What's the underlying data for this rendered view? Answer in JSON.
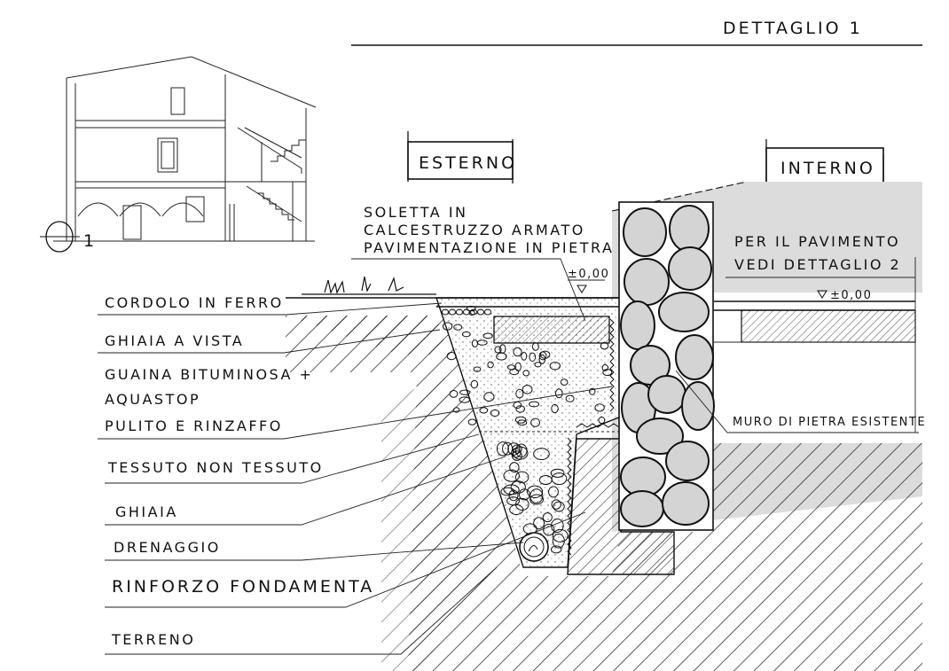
{
  "sheet": {
    "title": "DETTAGLIO 1",
    "section_marker": "1"
  },
  "zones": {
    "exterior": "ESTERNO",
    "interior": "INTERNO"
  },
  "top_notes": {
    "slab_line1": "SOLETTA IN",
    "slab_line2": "CALCESTRUZZO ARMATO",
    "slab_line3": "PAVIMENTAZIONE IN PIETRA",
    "level_ext": "±0,00",
    "floor_line1": "PER IL PAVIMENTO",
    "floor_line2": "VEDI DETTAGLIO 2",
    "level_int": "±0,00"
  },
  "wall_label": "MURO DI PIETRA ESISTENTE",
  "callouts": [
    {
      "id": "cordolo",
      "text": "CORDOLO IN FERRO"
    },
    {
      "id": "ghiaia-vista",
      "text": "GHIAIA A VISTA"
    },
    {
      "id": "guaina-1",
      "text": "GUAINA BITUMINOSA +"
    },
    {
      "id": "guaina-2",
      "text": "AQUASTOP"
    },
    {
      "id": "guaina-3",
      "text": "PULITO E RINZAFFO"
    },
    {
      "id": "tnt",
      "text": "TESSUTO NON TESSUTO"
    },
    {
      "id": "ghiaia",
      "text": "GHIAIA"
    },
    {
      "id": "drenaggio",
      "text": "DRENAGGIO"
    },
    {
      "id": "rinforzo",
      "text": "RINFORZO FONDAMENTA"
    },
    {
      "id": "terreno",
      "text": "TERRENO"
    }
  ],
  "colors": {
    "ink": "#111111",
    "stone_fill": "#d4d4d4",
    "shade": "#dcdcdc"
  }
}
